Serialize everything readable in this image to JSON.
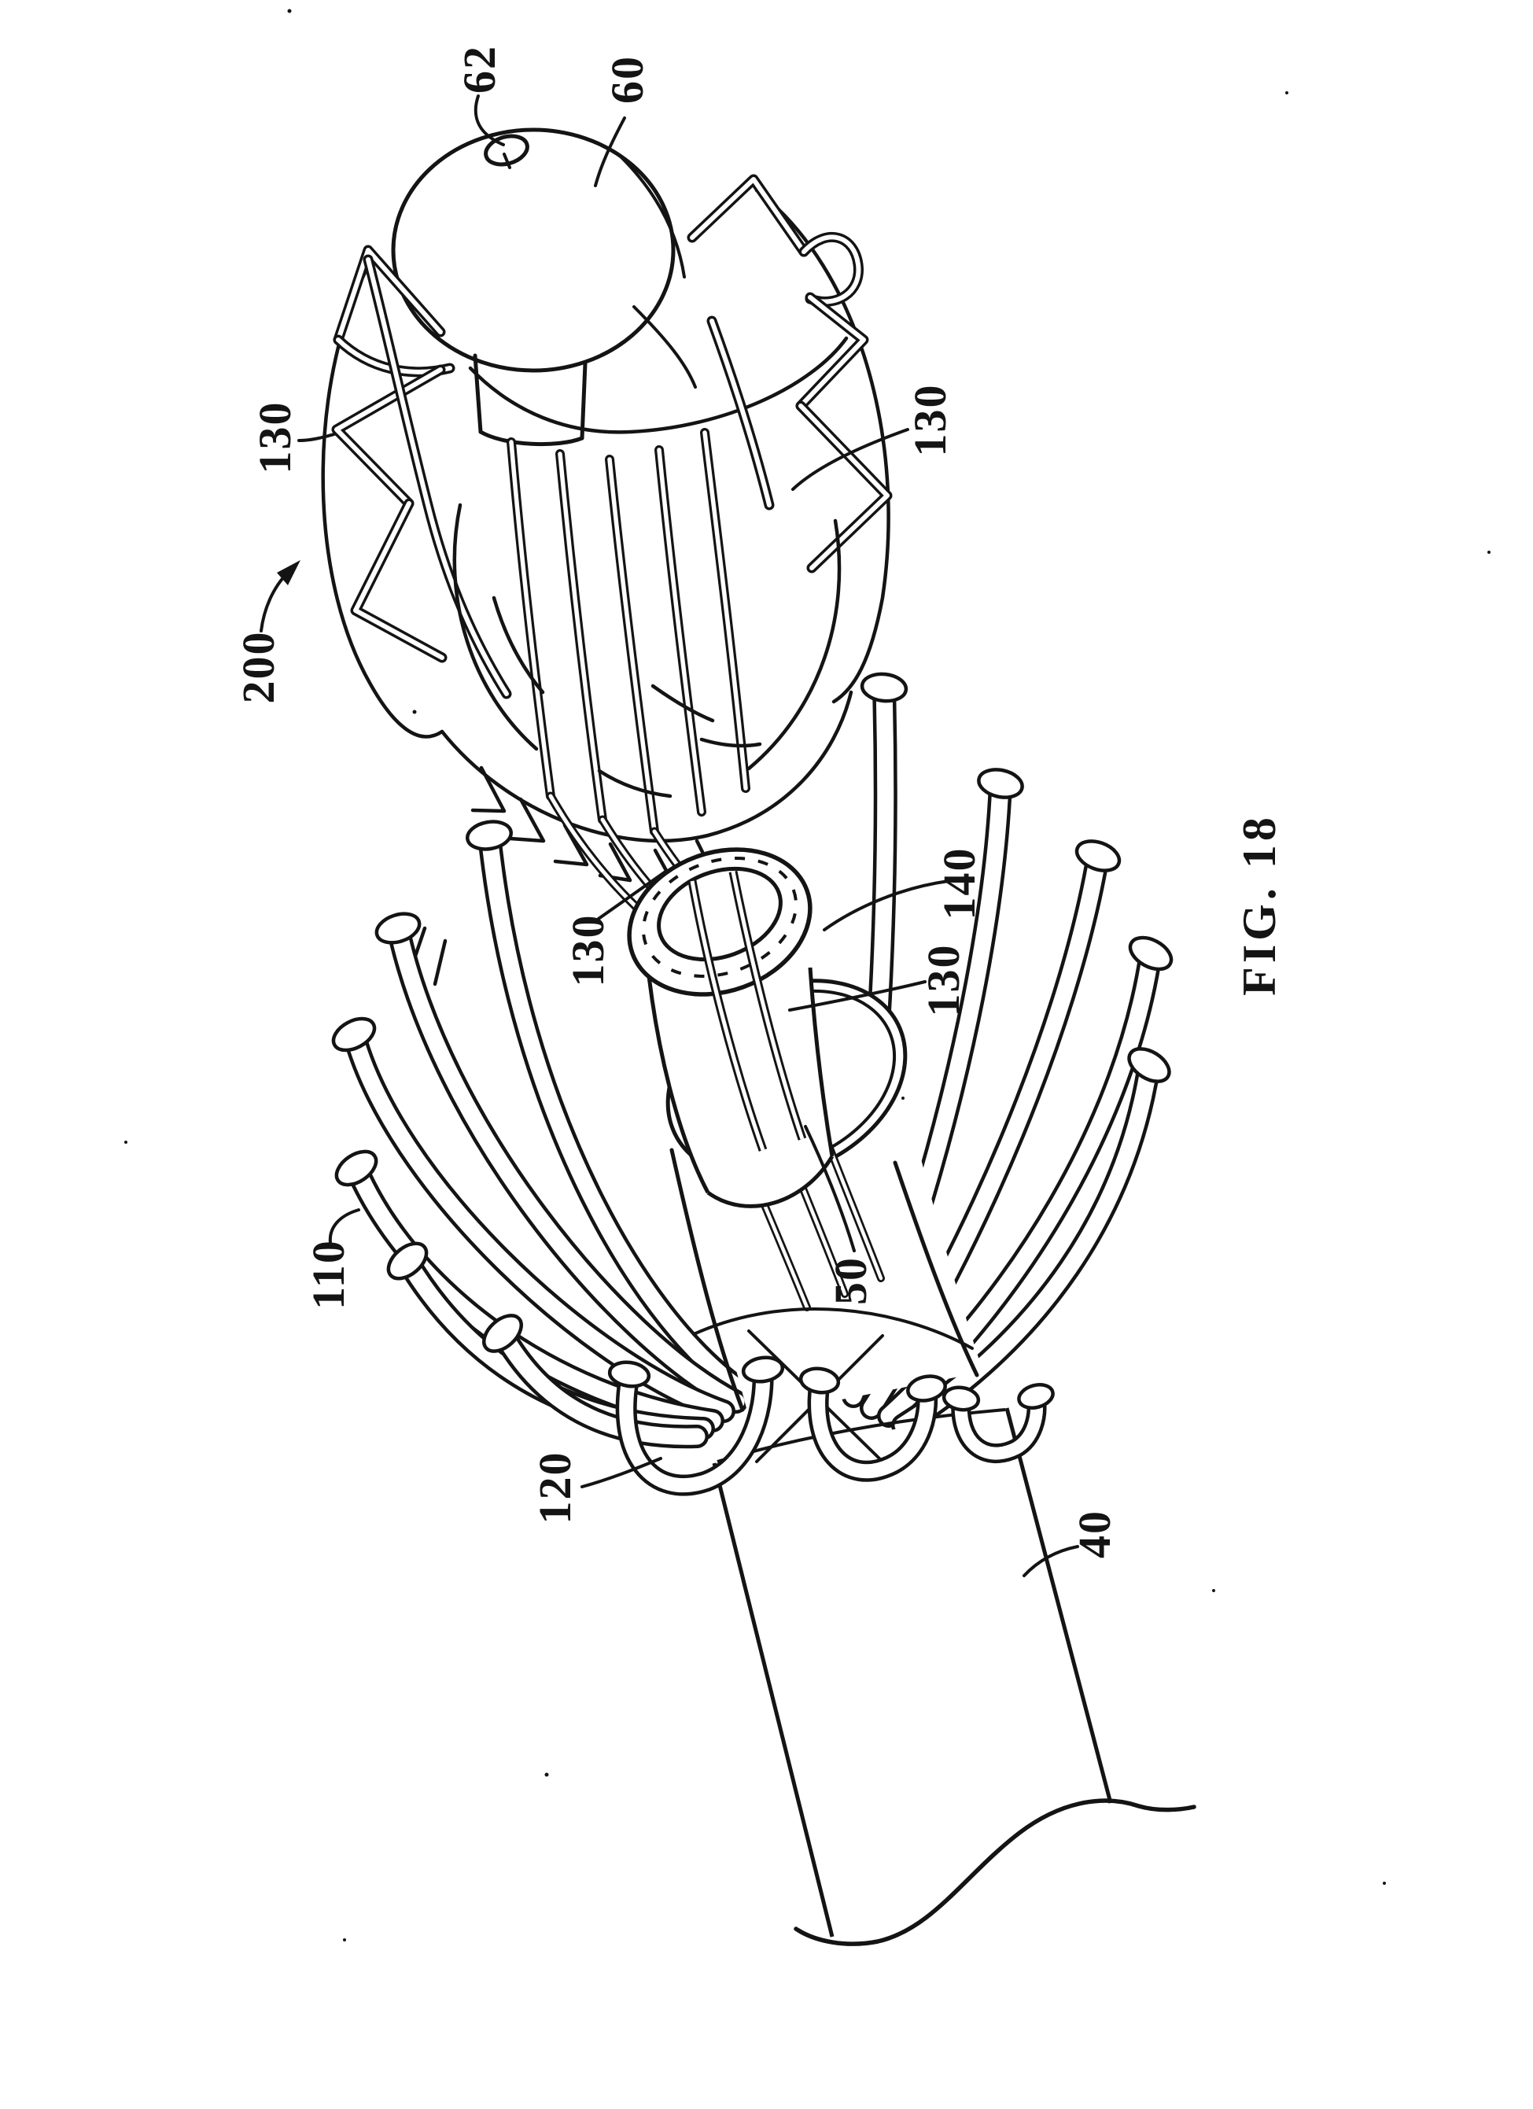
{
  "figure": {
    "caption": "FIG. 18",
    "background_color": "#ffffff",
    "ink_color": "#141414",
    "text_rotation_degrees": -90
  },
  "labels": {
    "n62": "62",
    "n60": "60",
    "n130a": "130",
    "n200": "200",
    "n130b": "130",
    "n130c": "130",
    "n140": "140",
    "n130d": "130",
    "n110": "110",
    "n50": "50",
    "n120": "120",
    "n40": "40"
  }
}
